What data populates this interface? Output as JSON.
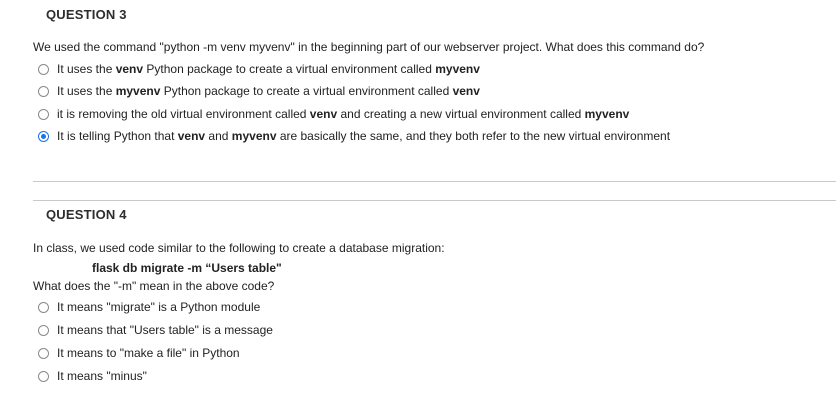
{
  "q3": {
    "header": "QUESTION 3",
    "prompt": "We used the command \"python -m venv myvenv\" in the beginning part of our webserver project. What does this command do?",
    "options": [
      {
        "pre": "It uses the ",
        "bold": "venv",
        "post": " Python package to create a virtual environment called ",
        "bold2": "myvenv",
        "post2": "",
        "selected": false
      },
      {
        "pre": "It uses the ",
        "bold": "myvenv",
        "post": " Python package to create a virtual environment called ",
        "bold2": "venv",
        "post2": "",
        "selected": false
      },
      {
        "pre": "it is removing the old virtual environment called ",
        "bold": "venv",
        "post": " and creating a new virtual environment called ",
        "bold2": "myvenv",
        "post2": "",
        "selected": false
      },
      {
        "pre": "It is telling Python that ",
        "bold": "venv",
        "post": " and ",
        "bold2": "myvenv",
        "post2": " are basically the same, and they both refer to the new virtual environment",
        "selected": true
      }
    ]
  },
  "q4": {
    "header": "QUESTION 4",
    "intro": "In class, we used code similar to the following to create a database migration:",
    "code": "flask db migrate -m “Users table\"",
    "prompt": "What does the \"-m\" mean in the above code?",
    "options": [
      {
        "label": "It means \"migrate\" is a Python module",
        "selected": false
      },
      {
        "label": "It means that \"Users table\" is a message",
        "selected": false
      },
      {
        "label": "It means to \"make a file\" in Python",
        "selected": false
      },
      {
        "label": "It means \"minus\"",
        "selected": false
      }
    ]
  }
}
